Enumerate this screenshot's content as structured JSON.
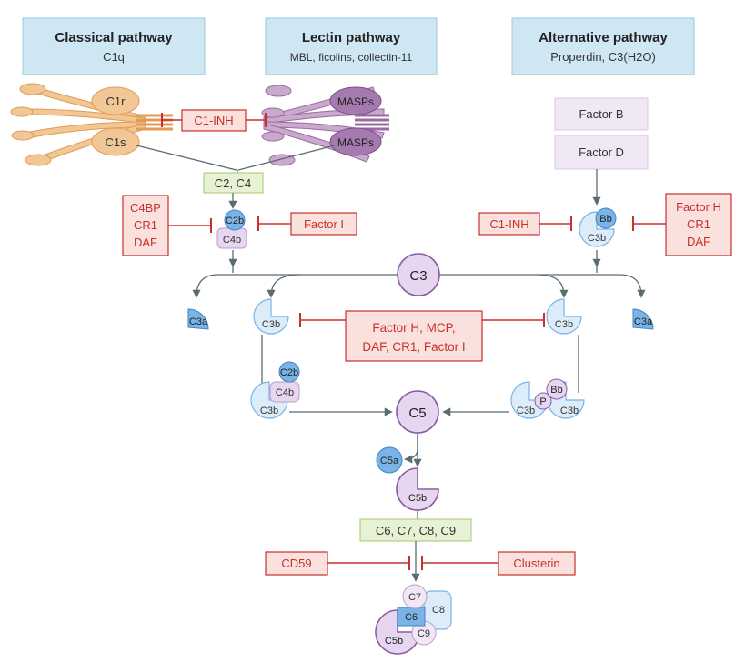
{
  "pathways": {
    "classical": {
      "title": "Classical pathway",
      "subtitle": "C1q"
    },
    "lectin": {
      "title": "Lectin pathway",
      "subtitle": "MBL, ficolins, collectin-11"
    },
    "alternative": {
      "title": "Alternative pathway",
      "subtitle": "Properdin, C3(H2O)"
    }
  },
  "components": {
    "c1r": "C1r",
    "c1s": "C1s",
    "masps_top": "MASPs",
    "masps_bottom": "MASPs",
    "factor_b": "Factor B",
    "factor_d": "Factor D",
    "c2_c4": "C2, C4",
    "c2b": "C2b",
    "c4b": "C4b",
    "bb": "Bb",
    "c3b": "C3b",
    "c3": "C3",
    "c3a": "C3a",
    "c5": "C5",
    "c5a": "C5a",
    "c5b": "C5b",
    "p": "P",
    "c6_c9": "C6, C7, C8, C9",
    "c6": "C6",
    "c7": "C7",
    "c8": "C8",
    "c9": "C9"
  },
  "inhibitors": {
    "c1_inh": "C1-INH",
    "c1_inh_alt": "C1-INH",
    "c4bp_group": [
      "C4BP",
      "CR1",
      "DAF"
    ],
    "factor_i": "Factor I",
    "factor_h_group": [
      "Factor H",
      "CR1",
      "DAF"
    ],
    "c3b_regulators": [
      "Factor H, MCP,",
      "DAF, CR1, Factor I"
    ],
    "cd59": "CD59",
    "clusterin": "Clusterin"
  },
  "colors": {
    "pathway_box": "#cfe6f3",
    "pathway_border": "#9ccbe3",
    "inhibitor_fill": "#fbe1dd",
    "inhibitor_border": "#c8302c",
    "green_fill": "#e7f1d3",
    "green_border": "#a8c870",
    "lilac_fill": "#f1e8f5",
    "lilac_border": "#d9c6e4",
    "orange": "#f1c796",
    "orange_dark": "#e39a52",
    "purple_c1": "#c9a9cc",
    "purple_dark": "#9a6aa2",
    "blue_light": "#dcecf8",
    "blue_mid": "#7ab4e6",
    "blue_dark": "#3f86c8",
    "violet_light": "#e6d6ef",
    "violet_border": "#8b5ba6",
    "line": "#5b6b73"
  }
}
